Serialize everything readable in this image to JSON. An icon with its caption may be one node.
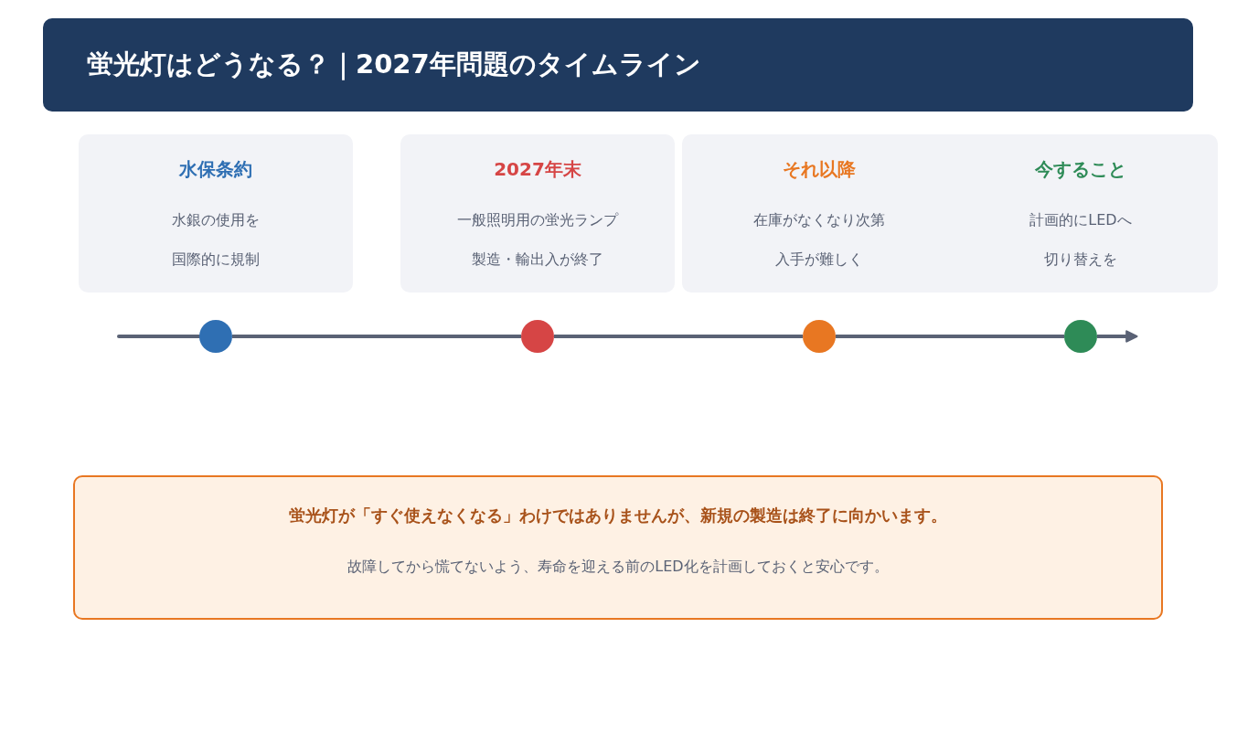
{
  "diagram": {
    "title": "蛍光灯はどうなる？｜2027年問題のタイムライン",
    "nodes": [
      {
        "text": [
          "水保条約",
          "水銀の使用を",
          "国際的に規制"
        ]
      },
      {
        "text": [
          "2027年末",
          "一般照明用の蛍光ランプ",
          "製造・輸出入が終了"
        ]
      },
      {
        "text": [
          "それ以降",
          "在庫がなくなり次第",
          "入手が難しく",
          "今すること",
          "計画的にLEDへ",
          "切り替えを"
        ]
      },
      {
        "text": [],
        "shape": "circle"
      },
      {
        "text": [],
        "shape": "circle"
      },
      {
        "text": [],
        "shape": "circle"
      },
      {
        "text": [],
        "shape": "circle"
      },
      {
        "text": [
          "蛍光灯が「すぐ使えなくなる」わけではありませんが、新規の製造は終了に向かいます。",
          "故障してから慌てないよう、寿命を迎える前のLED化を計画しておくと安心です。"
        ]
      }
    ],
    "edges": [
      {
        "from": null,
        "to": 3,
        "arrow": "none"
      },
      {
        "from": 3,
        "to": 4,
        "arrow": "none"
      },
      {
        "from": 4,
        "to": 5,
        "arrow": "none"
      },
      {
        "from": 5,
        "to": 6,
        "arrow": "none"
      },
      {
        "from": 6,
        "to": null,
        "arrow": "to"
      }
    ]
  }
}
